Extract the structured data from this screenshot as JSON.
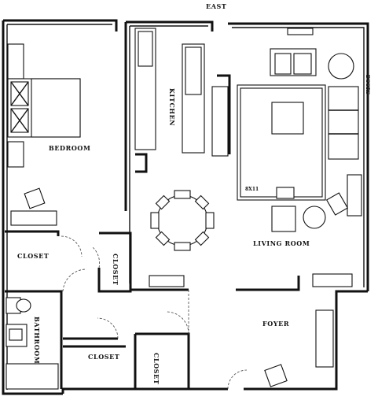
{
  "compass": "EAST",
  "side_note": "DOORS",
  "rooms": {
    "bedroom": "BEDROOM",
    "kitchen": "KITCHEN",
    "living_room": "LIVING ROOM",
    "closet_left": "CLOSET",
    "closet_small": "CLOSET",
    "closet_lower": "CLOSET",
    "closet_bottom": "CLOSET",
    "bathroom": "BATHROOM",
    "foyer": "FOYER"
  },
  "rug_size": "8X11"
}
